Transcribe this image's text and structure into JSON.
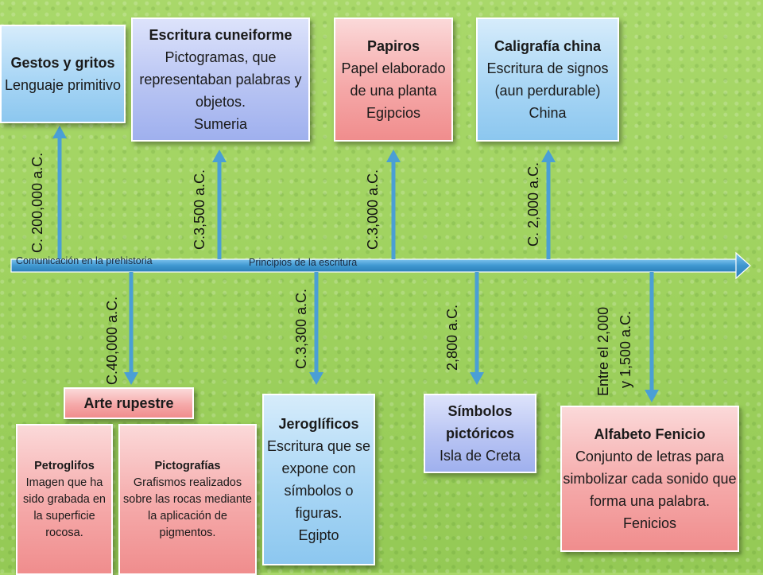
{
  "timeline": {
    "label_prehistory": "Comunicación en la prehistoria",
    "label_writing": "Principios de la escritura",
    "color": "#4a9fd5"
  },
  "events": {
    "gestos": {
      "title": "Gestos y gritos",
      "desc": "Lenguaje primitivo",
      "date": "C. 200,000 a.C."
    },
    "cuneiforme": {
      "title": "Escritura cuneiforme",
      "desc": "Pictogramas, que representaban palabras y objetos.",
      "place": "Sumeria",
      "date": "C.3,500 a.C."
    },
    "papiros": {
      "title": "Papiros",
      "desc": "Papel elaborado de una planta",
      "place": "Egipcios",
      "date": "C.3,000 a.C."
    },
    "caligrafia": {
      "title": "Caligrafía china",
      "desc": "Escritura de signos (aun perdurable)",
      "place": "China",
      "date": "C. 2,000 a.C."
    },
    "rupestre": {
      "title": "Arte rupestre",
      "date": "C.40,000 a.C."
    },
    "petroglifos": {
      "title": "Petroglifos",
      "desc": "Imagen que ha sido grabada en la superficie rocosa."
    },
    "pictografias": {
      "title": "Pictografías",
      "desc": "Grafismos realizados sobre las rocas mediante la aplicación de pigmentos."
    },
    "jeroglificos": {
      "title": "Jeroglíficos",
      "desc": "Escritura que se expone con símbolos o figuras.",
      "place": "Egipto",
      "date": "C.3,300 a.C."
    },
    "simbolos": {
      "title": "Símbolos pictóricos",
      "place": "Isla de Creta",
      "date": "2,800 a.C."
    },
    "fenicio": {
      "title": "Alfabeto Fenicio",
      "desc": "Conjunto de letras para simbolizar cada sonido que forma una palabra.",
      "place": "Fenicios",
      "date_line1": "Entre el 2,000",
      "date_line2": "y 1,500 a.C."
    }
  }
}
